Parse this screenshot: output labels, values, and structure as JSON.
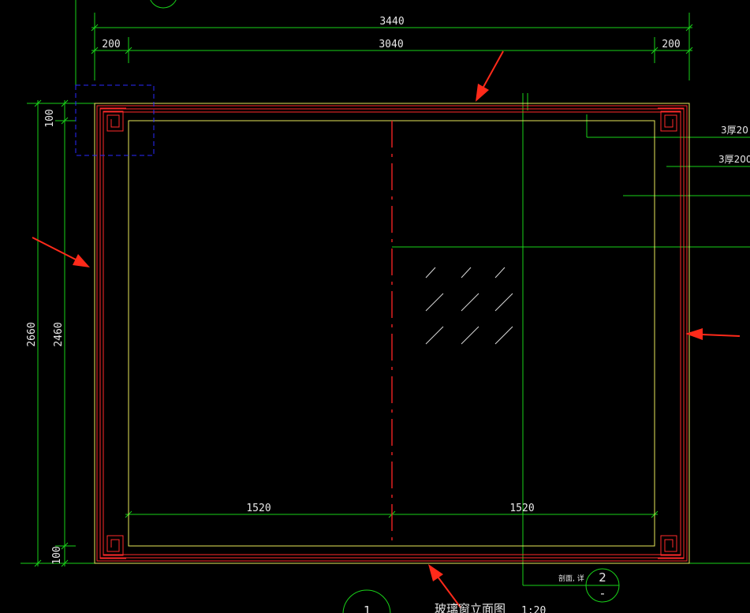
{
  "colors": {
    "background": "#000000",
    "dimension": "#19d219",
    "frame_outer": "#ff2a2a",
    "frame_inner": "#e8e85a",
    "centerline": "#e02020",
    "selection": "#2a2aff",
    "arrow": "#ff2a1a",
    "text": "#e8e8e8"
  },
  "dimensions": {
    "top_overall": "3440",
    "top_left": "200",
    "top_middle": "3040",
    "top_right": "200",
    "left_overall": "2660",
    "left_inner": "2460",
    "left_top": "100",
    "left_bottom": "100",
    "bottom_left": "1520",
    "bottom_right": "1520"
  },
  "annotations": {
    "note_1": "3厚20",
    "note_2": "3厚200",
    "section_tag": "剖面, 详",
    "detail_number": "2",
    "detail_sheet": "-",
    "title": "玻璃窗立面图",
    "scale": "1:20",
    "callout_number": "1"
  },
  "icons": {
    "corner_ornament": "greek-key-corner-icon",
    "pointer_arrow": "red-arrow-icon",
    "glass_hatch": "glass-hatch-icon"
  }
}
